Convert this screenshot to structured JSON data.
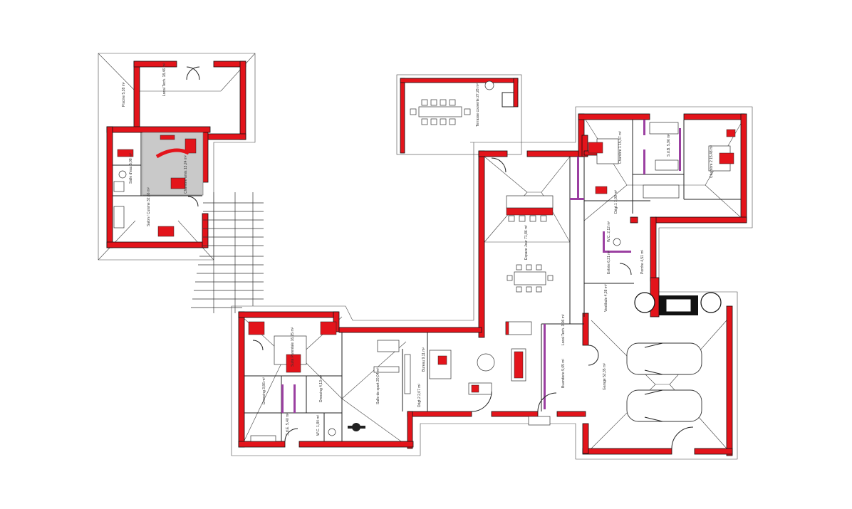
{
  "rooms": {
    "terrasse_couverte": "Terrasse couverte 27,28 m²",
    "local_tech": "Local Tech. 18,46 m²",
    "piscine_label": "Piscine 5,38 m²",
    "salle_eau_1": "Salle d'eau 5,08 m²",
    "chambre_amis": "Chambre amis 13,24 m²",
    "salon_cuisine": "Salon / Cuisine 32,66 m²",
    "espace_jour": "Espace Jour 71,86 m²",
    "chambre_1": "Chambre 1 15,47 m²",
    "chambre_2": "Chambre 2 15,48 m²",
    "sdb": "S.d.B. 5,96 m²",
    "degt_1": "Dégt.1 7,09 m²",
    "wc_1": "W.C. 2,12 m²",
    "entree": "Entrée 6,21 m²",
    "vestibule": "Vestibule 4,38 m²",
    "porche": "Porche 4,51 m²",
    "local_tech_2": "Local Tech. 3,06 m²",
    "buanderie": "Buanderie 9,65 m²",
    "garage": "Garage 52,35 m²",
    "suite_parentale": "Suite Parentale 16,25 m²",
    "dressing_1": "Dressing 3,86 m²",
    "dressing_2": "Dressing 4,13 m²",
    "salle_de_sport": "Salle de sport 20,04 m²",
    "bureau": "Bureau 9,11 m²",
    "degt_2": "Dégt.2 2,07 m²",
    "sde": "S.d.E. 5,40 m²",
    "wc_2": "W.C. 1,84 m²"
  },
  "colors": {
    "wall": "#e3141b",
    "purple_partition": "#9b3fa1",
    "gray_zone": "#c9c9c9"
  }
}
